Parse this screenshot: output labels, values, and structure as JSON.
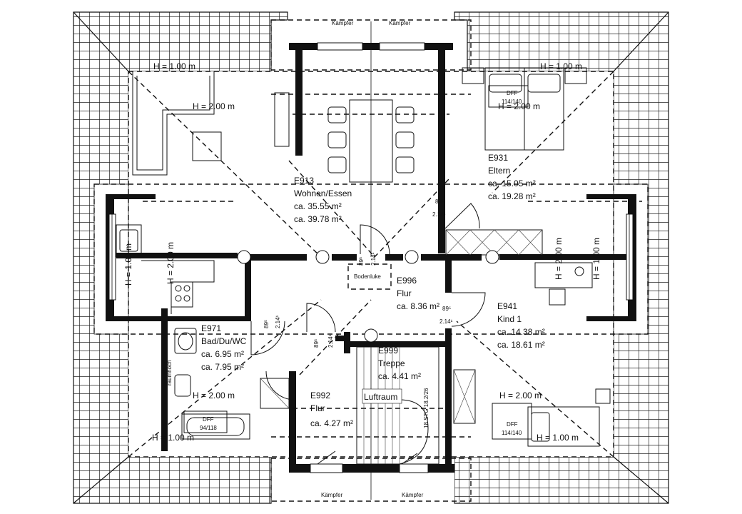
{
  "rooms": [
    {
      "id": "E913",
      "name": "Wohnen/Essen",
      "area1": "ca. 35.55 m²",
      "area2": "ca. 39.78 m²"
    },
    {
      "id": "E931",
      "name": "Eltern",
      "area1": "ca. 15.05 m²",
      "area2": "ca. 19.28 m²"
    },
    {
      "id": "E996",
      "name": "Flur",
      "area1": "ca. 8.36 m²"
    },
    {
      "id": "E941",
      "name": "Kind 1",
      "area1": "ca. 14.38 m²",
      "area2": "ca. 18.61 m²"
    },
    {
      "id": "E971",
      "name": "Bad/Du/WC",
      "area1": "ca. 6.95 m²",
      "area2": "ca. 7.95 m²"
    },
    {
      "id": "E999",
      "name": "Treppe",
      "area1": "ca. 4.41 m²"
    },
    {
      "id": "E992",
      "name": "Flur",
      "area1": "ca. 4.27 m²"
    }
  ],
  "heights": {
    "h100": "H = 1.00 m",
    "h200": "H = 2.00 m"
  },
  "labels": {
    "kaempfer": "Kämpfer",
    "bodenluke": "Bodenluke",
    "luftraum": "Luftraum",
    "raumhoch": "raumhoch",
    "dff": "DFF",
    "dff_a": "114/140",
    "dff_b": "94/118",
    "door_top": "89⁵",
    "door_bottom": "2.14¹",
    "stair": "18 STG 18.2/26"
  }
}
